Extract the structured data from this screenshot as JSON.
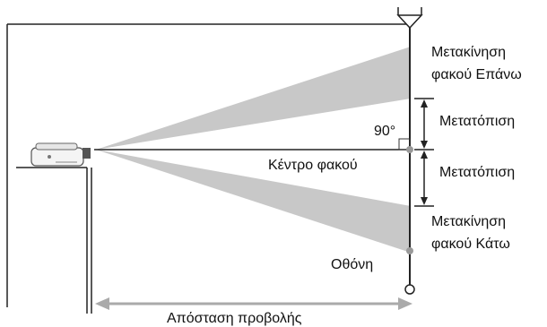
{
  "labels": {
    "lens_shift_up": [
      "Μετακίνηση",
      "φακού Επάνω"
    ],
    "shift_upper": "Μετατόπιση",
    "angle": "90°",
    "lens_center": "Κέντρο φακού",
    "shift_lower": "Μετατόπιση",
    "lens_shift_down": [
      "Μετακίνηση",
      "φακού Κάτω"
    ],
    "screen": "Οθόνη",
    "projection_distance": "Απόσταση προβολής"
  },
  "colors": {
    "beam": "#c8c8c8",
    "line": "#222222",
    "dimension": "#aaaaaa",
    "marker": "#999999"
  },
  "icons": [
    "projector-icon",
    "ceiling-mount-icon",
    "screen-pull-ring-icon"
  ]
}
